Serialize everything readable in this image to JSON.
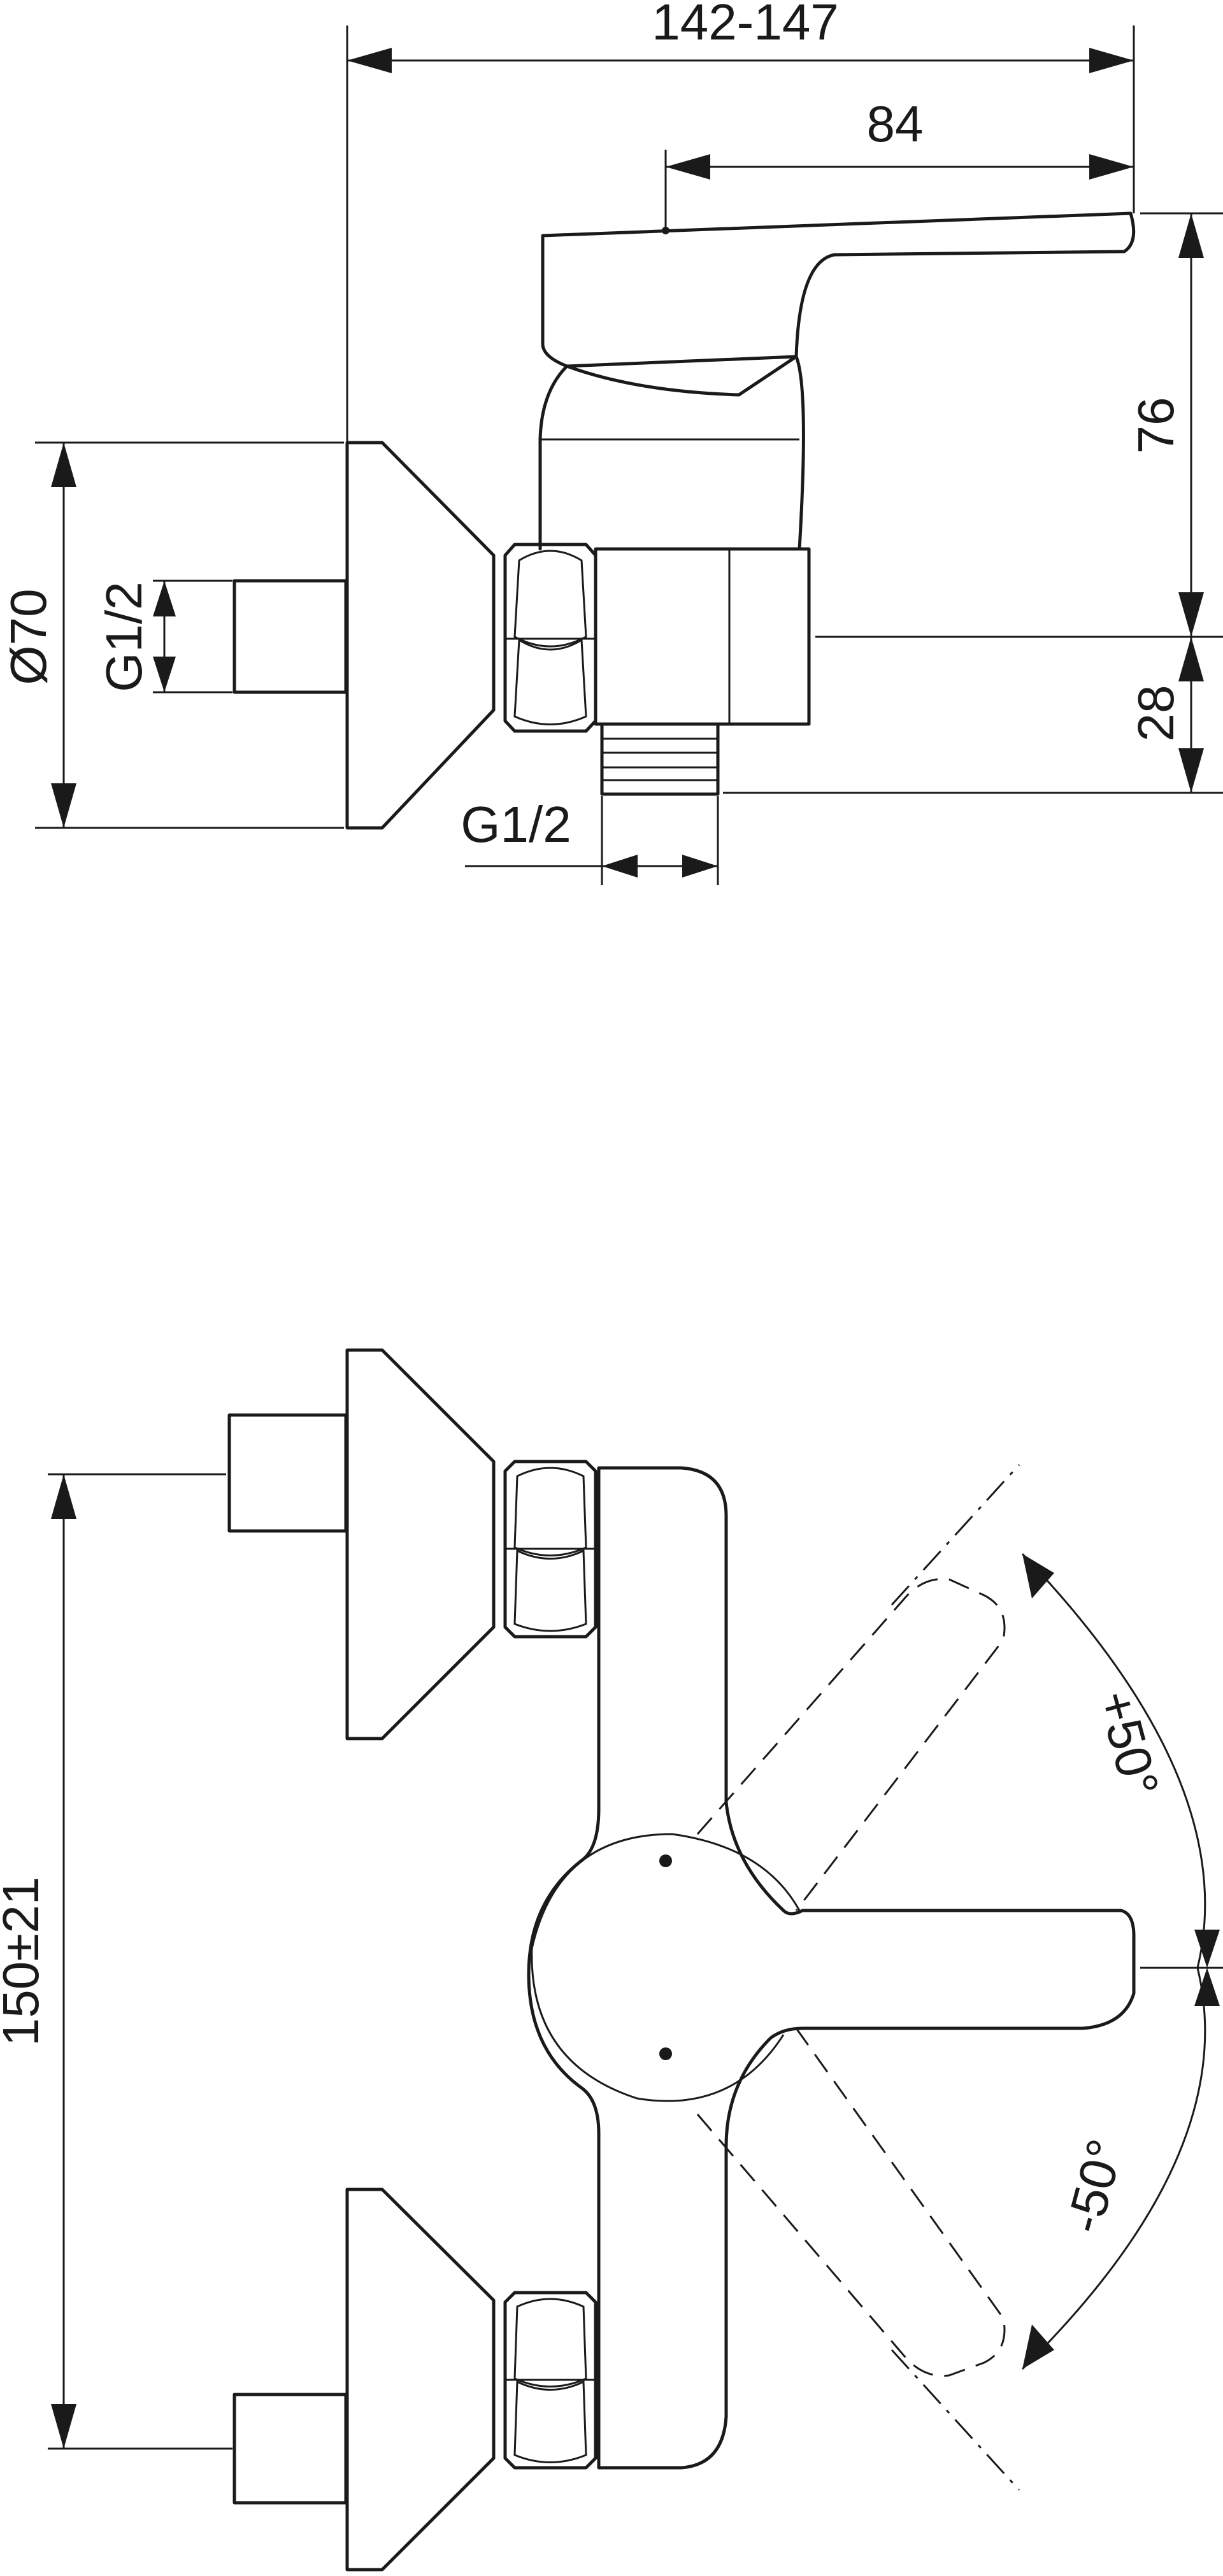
{
  "side_view": {
    "dim_total_length": "142-147",
    "dim_handle_length": "84",
    "dim_height_top": "76",
    "dim_height_bottom": "28",
    "dim_diameter": "Ø70",
    "dim_inlet_thread": "G1/2",
    "dim_outlet_thread": "G1/2"
  },
  "front_view": {
    "dim_center_distance": "150±21",
    "angle_up": "+50°",
    "angle_down": "-50°"
  }
}
